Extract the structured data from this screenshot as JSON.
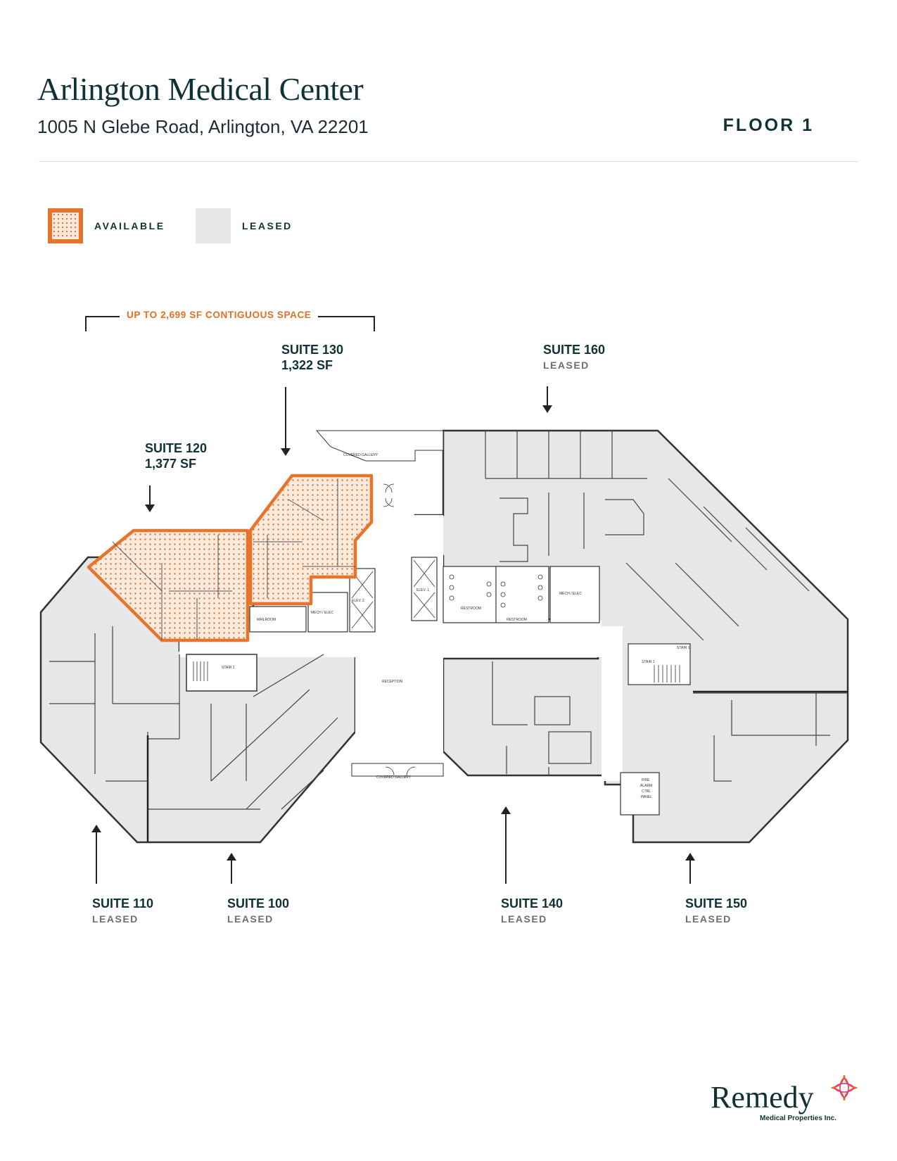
{
  "header": {
    "title": "Arlington Medical Center",
    "address": "1005 N Glebe Road, Arlington, VA 22201",
    "floor": "FLOOR 1"
  },
  "legend": [
    {
      "label": "AVAILABLE",
      "color": "#e8732a",
      "pattern": "dotted"
    },
    {
      "label": "LEASED",
      "color": "#e6e7e9",
      "pattern": "solid"
    }
  ],
  "callout": {
    "contiguous": "UP TO 2,699 SF CONTIGUOUS SPACE"
  },
  "suites": {
    "s120": {
      "name": "SUITE 120",
      "detail": "1,377 SF",
      "status": "available"
    },
    "s130": {
      "name": "SUITE 130",
      "detail": "1,322 SF",
      "status": "available"
    },
    "s160": {
      "name": "SUITE 160",
      "detail": "LEASED",
      "status": "leased"
    },
    "s110": {
      "name": "SUITE 110",
      "detail": "LEASED",
      "status": "leased"
    },
    "s100": {
      "name": "SUITE 100",
      "detail": "LEASED",
      "status": "leased"
    },
    "s140": {
      "name": "SUITE 140",
      "detail": "LEASED",
      "status": "leased"
    },
    "s150": {
      "name": "SUITE 150",
      "detail": "LEASED",
      "status": "leased"
    }
  },
  "plan_labels": {
    "covered_gallery_top": "COVERED GALLERY",
    "covered_gallery_bottom": "COVERED GALLERY",
    "reception": "RECEPTION",
    "mailroom": "MAILROOM",
    "mech_elec_1": "MECH / ELEC",
    "mech_elec_2": "MECH / ELEC",
    "elev_1": "ELEV. 1",
    "elev_2": "ELEV. 2",
    "restroom_1": "RESTROOM",
    "restroom_2": "RESTROOM",
    "stair_1a": "STAIR 1",
    "stair_1b": "STAIR 1",
    "stair_2": "STAIR 2",
    "fire_1": "FIRE",
    "fire_2": "ALARM",
    "fire_3": "CTRL",
    "fire_4": "PANEL"
  },
  "logo": {
    "name": "Remedy",
    "tagline": "Medical Properties Inc."
  }
}
